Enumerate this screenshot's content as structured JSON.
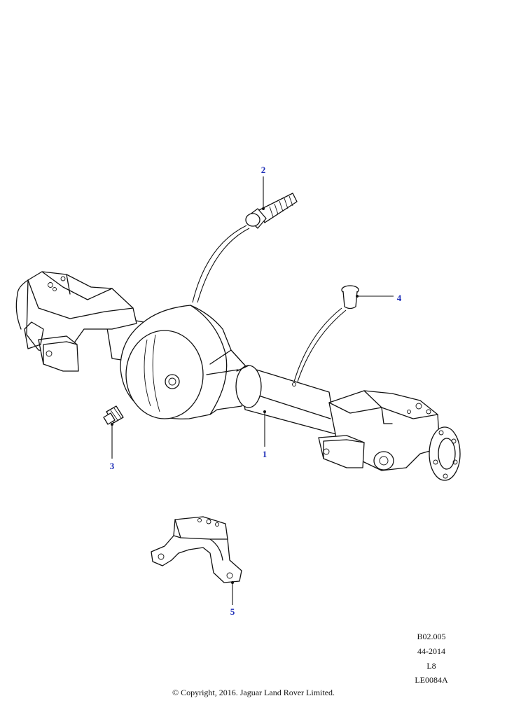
{
  "callouts": [
    {
      "id": "1",
      "label": "1"
    },
    {
      "id": "2",
      "label": "2"
    },
    {
      "id": "3",
      "label": "3"
    },
    {
      "id": "4",
      "label": "4"
    },
    {
      "id": "5",
      "label": "5"
    }
  ],
  "reference": {
    "code": "B02.005",
    "date": "44-2014",
    "model": "L8",
    "illustration": "LE0084A"
  },
  "copyright": "© Copyright, 2016. Jaguar Land Rover Limited.",
  "colors": {
    "callout": "#1f2fb8",
    "line": "#111111",
    "background": "#ffffff"
  }
}
